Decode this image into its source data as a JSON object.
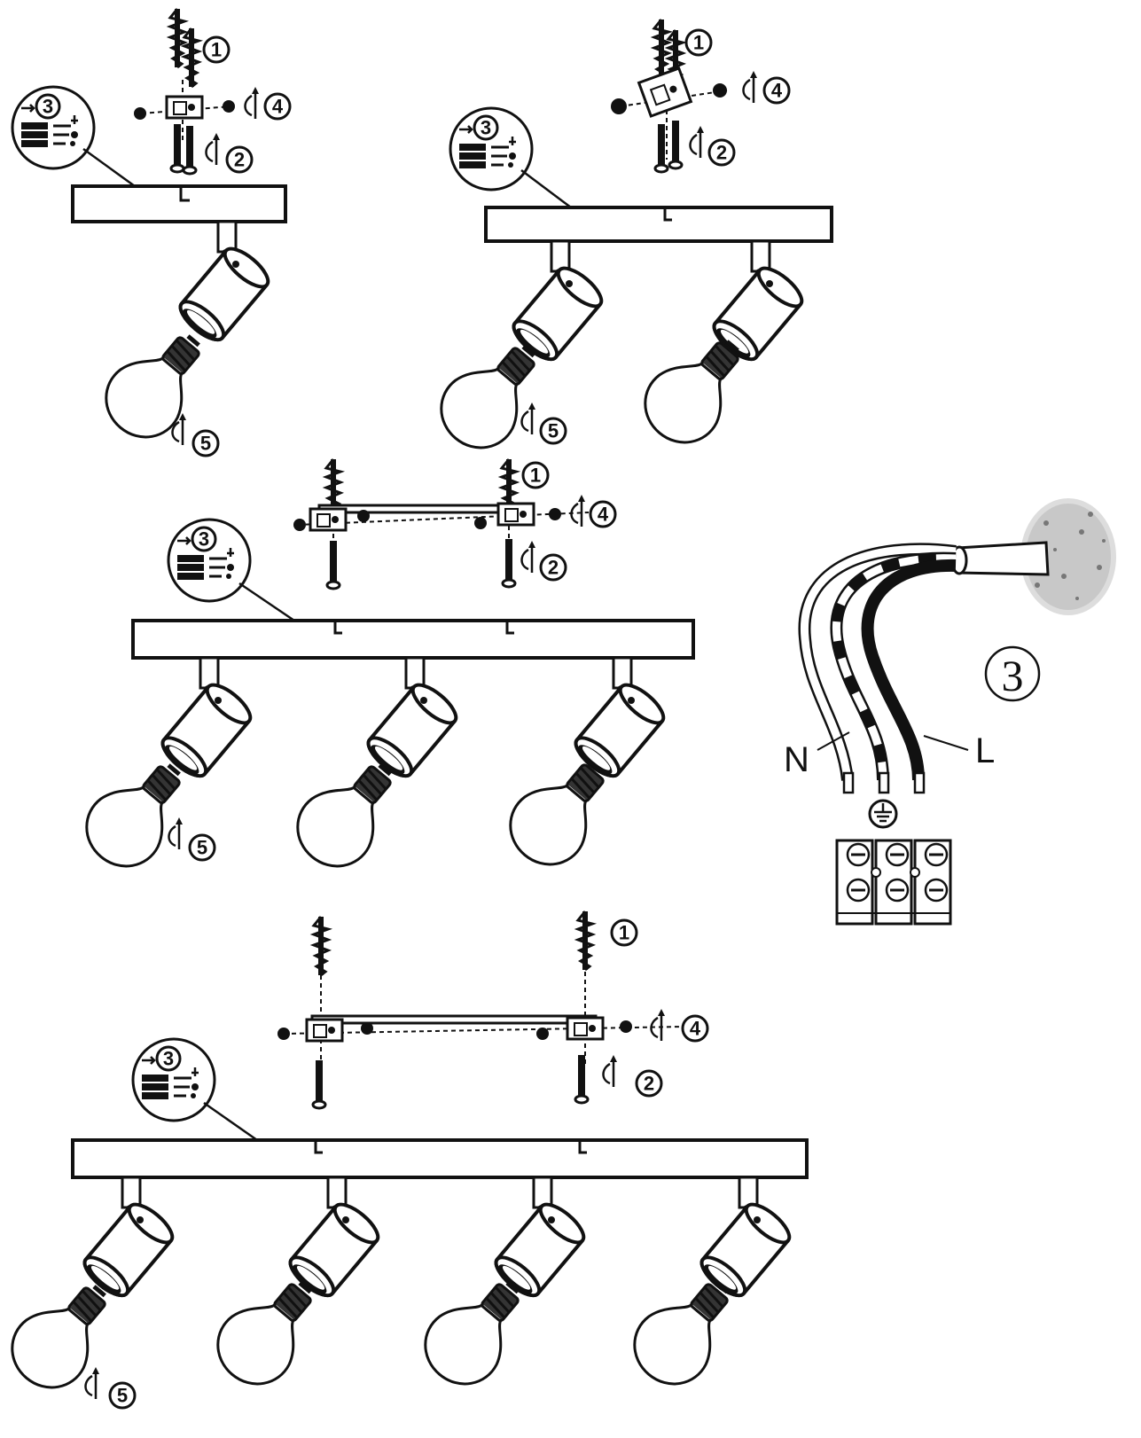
{
  "steps": {
    "anchor": "1",
    "screw": "2",
    "wiring": "3",
    "nut": "4",
    "bulb": "5"
  },
  "wiring_detail": {
    "neutral_label": "N",
    "live_label": "L",
    "step_number": "3",
    "earth_symbol": "earth-ground-icon"
  },
  "variants": [
    {
      "heads": 1
    },
    {
      "heads": 2
    },
    {
      "heads": 3
    },
    {
      "heads": 4
    }
  ],
  "colors": {
    "ink": "#111111",
    "paper": "#ffffff"
  }
}
